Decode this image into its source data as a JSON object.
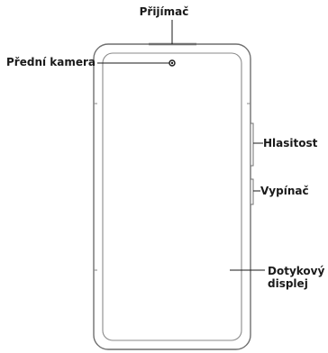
{
  "labels": {
    "receiver": "Přijímač",
    "front_camera": "Přední kamera",
    "volume": "Hlasitost",
    "power": "Vypínač",
    "touch_display_line1": "Dotykový",
    "touch_display_line2": "displej"
  },
  "colors": {
    "line": "#1a1a1a",
    "phone_outline": "#6f6f6f",
    "phone_inner": "#8a8a8a",
    "text": "#1a1a1a"
  }
}
